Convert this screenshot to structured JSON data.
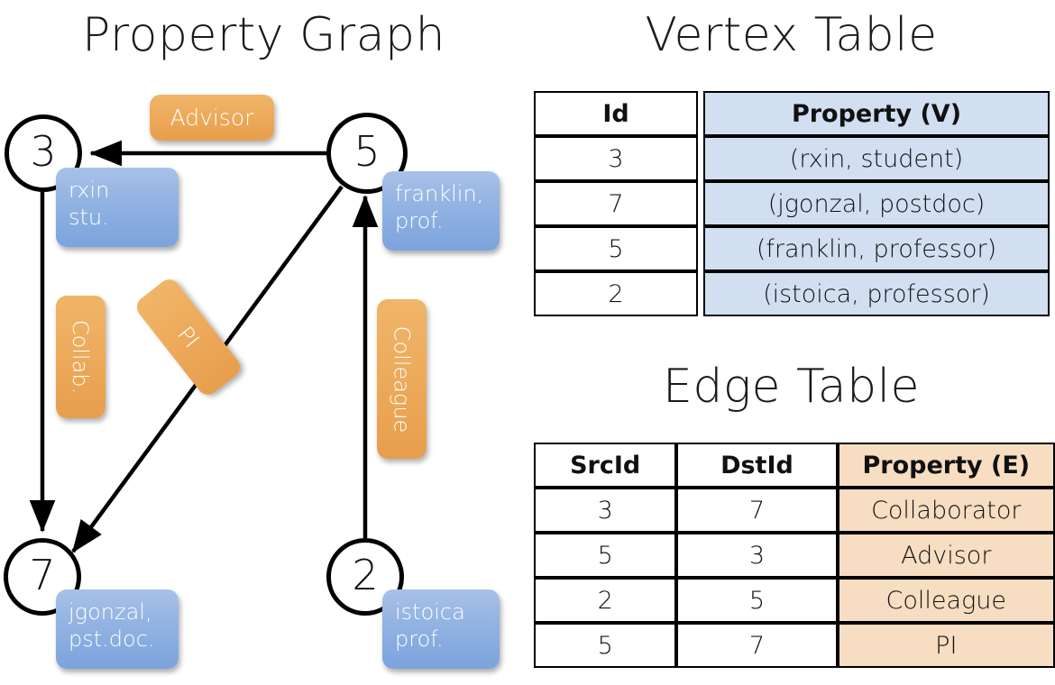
{
  "titles": {
    "property_graph": "Property Graph",
    "vertex_table": "Vertex Table",
    "edge_table": "Edge Table"
  },
  "graph": {
    "nodes": [
      {
        "id": "3",
        "label": "3",
        "property_lines": [
          "rxin",
          "stu."
        ]
      },
      {
        "id": "5",
        "label": "5",
        "property_lines": [
          "franklin,",
          "prof."
        ]
      },
      {
        "id": "7",
        "label": "7",
        "property_lines": [
          "jgonzal,",
          "pst.doc."
        ]
      },
      {
        "id": "2",
        "label": "2",
        "property_lines": [
          "istoica",
          "prof."
        ]
      }
    ],
    "edge_labels": [
      {
        "name": "advisor",
        "text": "Advisor"
      },
      {
        "name": "collab",
        "text": "Collab."
      },
      {
        "name": "pi",
        "text": "PI"
      },
      {
        "name": "colleague",
        "text": "Colleague"
      }
    ],
    "edges": [
      {
        "src": "5",
        "dst": "3",
        "label": "Advisor"
      },
      {
        "src": "3",
        "dst": "7",
        "label": "Collab."
      },
      {
        "src": "5",
        "dst": "7",
        "label": "PI"
      },
      {
        "src": "2",
        "dst": "5",
        "label": "Colleague"
      }
    ]
  },
  "vertex_table": {
    "headers": [
      "Id",
      "Property (V)"
    ],
    "rows": [
      {
        "id": "3",
        "property": "(rxin, student)"
      },
      {
        "id": "7",
        "property": "(jgonzal, postdoc)"
      },
      {
        "id": "5",
        "property": "(franklin, professor)"
      },
      {
        "id": "2",
        "property": "(istoica, professor)"
      }
    ]
  },
  "edge_table": {
    "headers": [
      "SrcId",
      "DstId",
      "Property (E)"
    ],
    "rows": [
      {
        "src": "3",
        "dst": "7",
        "property": "Collaborator"
      },
      {
        "src": "5",
        "dst": "3",
        "property": "Advisor"
      },
      {
        "src": "2",
        "dst": "5",
        "property": "Colleague"
      },
      {
        "src": "5",
        "dst": "7",
        "property": "PI"
      }
    ]
  },
  "colors": {
    "vertex_property_fill": "#d2dff1",
    "edge_property_fill": "#f7ddc1",
    "node_property_box": "#7ba3dd",
    "edge_label_pill": "#eda95a",
    "stroke": "#000000"
  }
}
